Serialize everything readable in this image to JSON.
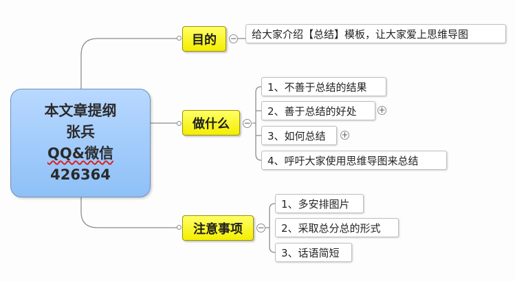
{
  "root": {
    "title": "本文章提纲",
    "author": "张兵",
    "contact_label": "QQ&微信",
    "contact_number": "426364"
  },
  "topics": [
    {
      "label": "目的",
      "collapsed": false,
      "children": [
        {
          "label": "给大家介绍【总结】模板，让大家爱上思维导图",
          "has_children": false
        }
      ]
    },
    {
      "label": "做什么",
      "collapsed": false,
      "children": [
        {
          "label": "1、不善于总结的结果",
          "has_children": false
        },
        {
          "label": "2、善于总结的好处",
          "has_children": true
        },
        {
          "label": "3、如何总结",
          "has_children": true
        },
        {
          "label": "4、呼吁大家使用思维导图来总结",
          "has_children": false
        }
      ]
    },
    {
      "label": "注意事项",
      "collapsed": false,
      "children": [
        {
          "label": "1、多安排图片",
          "has_children": false
        },
        {
          "label": "2、采取总分总的形式",
          "has_children": false
        },
        {
          "label": "3、话语简短",
          "has_children": false
        }
      ]
    }
  ],
  "toggle_symbols": {
    "collapse": "−",
    "expand": "+"
  },
  "colors": {
    "root_fill": "#a6cdfb",
    "topic_fill": "#ffff33",
    "connector": "#8c8c8c"
  }
}
